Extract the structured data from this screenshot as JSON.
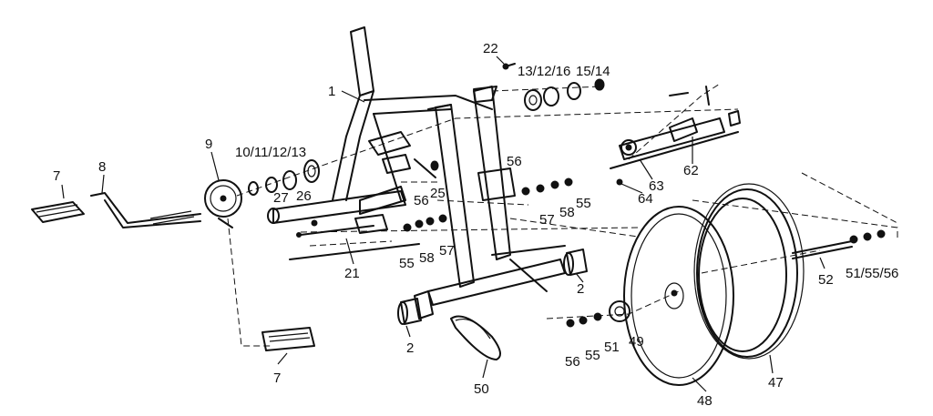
{
  "diagram": {
    "callouts": [
      "1",
      "2",
      "2",
      "7",
      "7",
      "8",
      "9",
      "10/11/12/13",
      "13/12/16",
      "15/14",
      "21",
      "22",
      "25",
      "26",
      "27",
      "47",
      "48",
      "49",
      "50",
      "51",
      "51/55/56",
      "52",
      "55",
      "55",
      "55",
      "56",
      "56",
      "56",
      "57",
      "57",
      "58",
      "58",
      "62",
      "63",
      "64"
    ]
  }
}
